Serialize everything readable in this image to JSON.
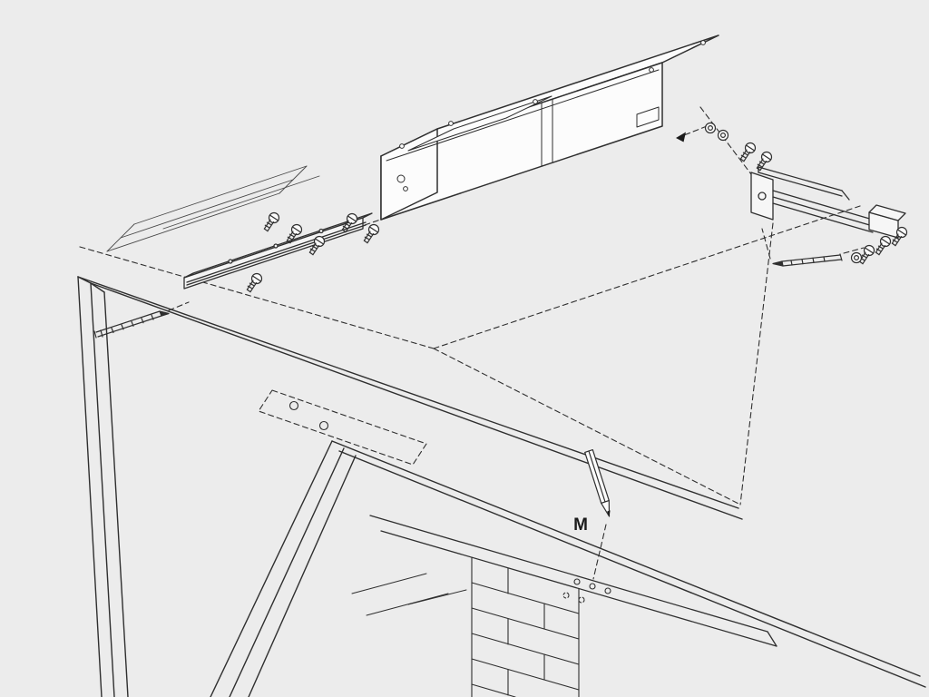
{
  "diagram": {
    "marking_label": "M",
    "colors": {
      "background": "#ececec",
      "line": "#2f2f2f",
      "fill": "#fcfcfc",
      "ink": "#1a1a1a"
    },
    "parts": [
      "door-operator-unit",
      "access-panel",
      "mounting-rail",
      "rail-screws",
      "wall-anchor-left",
      "washers-and-bolts",
      "direction-arrow",
      "slide-arm-bracket",
      "bracket-screws",
      "bracket-washer",
      "wall-anchor-right",
      "alignment-dashed-lines",
      "ceiling-plane-lines",
      "door-frame",
      "door-leaf",
      "glass-reflection",
      "brick-wall",
      "lintel-beam",
      "drill-holes",
      "marking-pencil",
      "frame-holes"
    ]
  }
}
